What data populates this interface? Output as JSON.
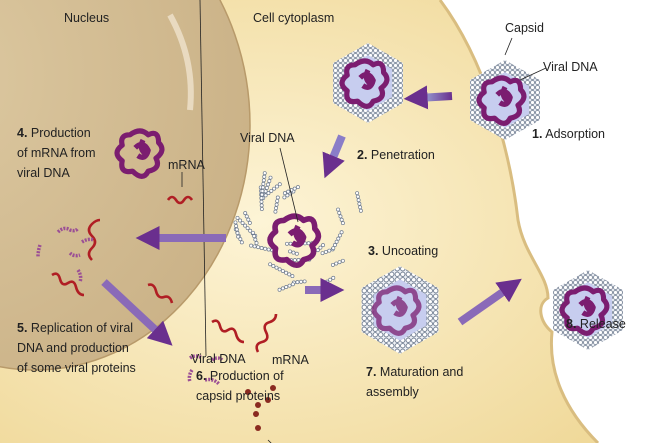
{
  "regions": {
    "nucleus": "Nucleus",
    "cytoplasm": "Cell cytoplasm"
  },
  "steps": [
    {
      "num": "1.",
      "text": [
        "Adsorption"
      ]
    },
    {
      "num": "2.",
      "text": [
        "Penetration"
      ]
    },
    {
      "num": "3.",
      "text": [
        "Uncoating"
      ]
    },
    {
      "num": "4.",
      "text": [
        "Production",
        "of mRNA from",
        "viral DNA"
      ]
    },
    {
      "num": "5.",
      "text": [
        "Replication of viral",
        "DNA and production",
        "of some viral proteins"
      ]
    },
    {
      "num": "6.",
      "text": [
        "Production of",
        "capsid proteins"
      ]
    },
    {
      "num": "7.",
      "text": [
        "Maturation and",
        "assembly"
      ]
    },
    {
      "num": "8.",
      "text": [
        "Release"
      ]
    }
  ],
  "callouts": {
    "capsid": "Capsid",
    "viral_dna_1": "Viral DNA",
    "viral_dna_3": "Viral DNA",
    "mrna_4": "mRNA",
    "viral_dna_6": "Viral DNA",
    "mrna_6": "mRNA"
  },
  "colors": {
    "cytoplasm": "#f6e6b4",
    "nucleus": "#d8c39a",
    "dna": "#7b1d70",
    "mrna": "#b01e24",
    "capsid": "#9aa6b8",
    "arrow": "#7a4aa0"
  }
}
